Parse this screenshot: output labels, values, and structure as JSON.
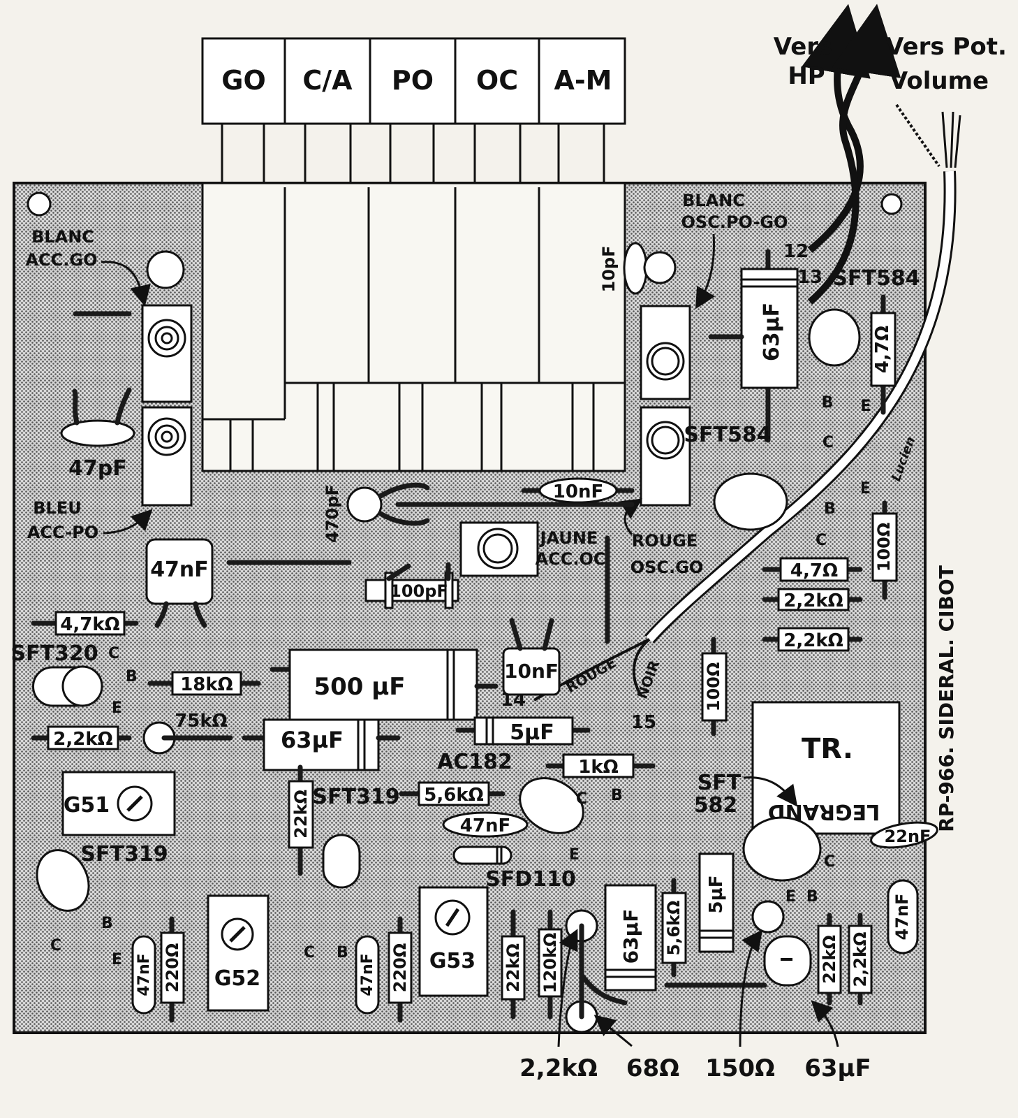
{
  "title_side": "RP-966. SIDERAL. CIBOT",
  "switch_block": {
    "buttons": [
      "GO",
      "C/A",
      "PO",
      "OC",
      "A-M"
    ]
  },
  "external_labels": {
    "hp": [
      "Vers",
      "HP"
    ],
    "volume": [
      "Vers Pot.",
      "Volume"
    ]
  },
  "coil_labels": {
    "blanc_acc_go": [
      "BLANC",
      "ACC.GO"
    ],
    "bleu_acc_po": [
      "BLEU",
      "ACC-PO"
    ],
    "blanc_osc_po_go": [
      "BLANC",
      "OSC.PO-GO"
    ],
    "rouge_osc_go": [
      "ROUGE",
      "OSC.GO"
    ],
    "jaune_acc_oc": [
      "JAUNE",
      "ACC.OC"
    ]
  },
  "wire_labels": {
    "rouge": "ROUGE",
    "noir": "NOIR",
    "pin12": "12",
    "pin13": "13",
    "pin14": "14",
    "pin15": "15"
  },
  "transistors": {
    "sft584_top": "SFT584",
    "sft584_mid": "SFT584",
    "sft320": "SFT320",
    "sft319_left": "SFT319",
    "sft319_mid": "SFT319",
    "ac182": "AC182",
    "sft582": [
      "SFT",
      "582"
    ],
    "sfd110": "SFD110",
    "pins": {
      "c": "C",
      "b": "B",
      "e": "E"
    }
  },
  "if_transformers": {
    "g51": "G51",
    "g52": "G52",
    "g53": "G53"
  },
  "output_transformer": {
    "label": "TR.",
    "brand": "LEGRAND"
  },
  "components": {
    "c_10pF": "10pF",
    "c_47pF": "47pF",
    "c_470pF": "470pF",
    "c_10nF_top": "10nF",
    "c_100pF": "100pF",
    "c_47nF_box": "47nF",
    "c_500uF": "500 µF",
    "c_10nF_box": "10nF",
    "c_5uF_h": "5µF",
    "c_63uF_h": "63µF",
    "c_63uF_top": "63µF",
    "c_63uF_bottom": "63µF",
    "c_5uF_v": "5µF",
    "c_47nF_oval": "47nF",
    "c_22nF": "22nF",
    "c_47nF_right": "47nF",
    "c_47nF_b1": "47nF",
    "c_47nF_b2": "47nF",
    "r_4_7k": "4,7kΩ",
    "r_18k": "18kΩ",
    "r_2_2k_left": "2,2kΩ",
    "r_75k": "75kΩ",
    "r_22k_v": "22kΩ",
    "r_5_6k_h": "5,6kΩ",
    "r_1k": "1kΩ",
    "r_4_7_v": "4,7Ω",
    "r_4_7_h": "4,7Ω",
    "r_2_2k_r1": "2,2kΩ",
    "r_2_2k_r2": "2,2kΩ",
    "r_100_r": "100Ω",
    "r_100_mid": "100Ω",
    "r_220_1": "220Ω",
    "r_220_2": "220Ω",
    "r_22k_b": "22kΩ",
    "r_120k": "120kΩ",
    "r_5_6k_v": "5,6kΩ",
    "r_22k_br": "22kΩ",
    "r_2_2k_br": "2,2kΩ"
  },
  "callouts": {
    "r_2_2k": "2,2kΩ",
    "r_68": "68Ω",
    "r_150": "150Ω",
    "c_63uF": "63µF"
  },
  "signature": "Lucien"
}
